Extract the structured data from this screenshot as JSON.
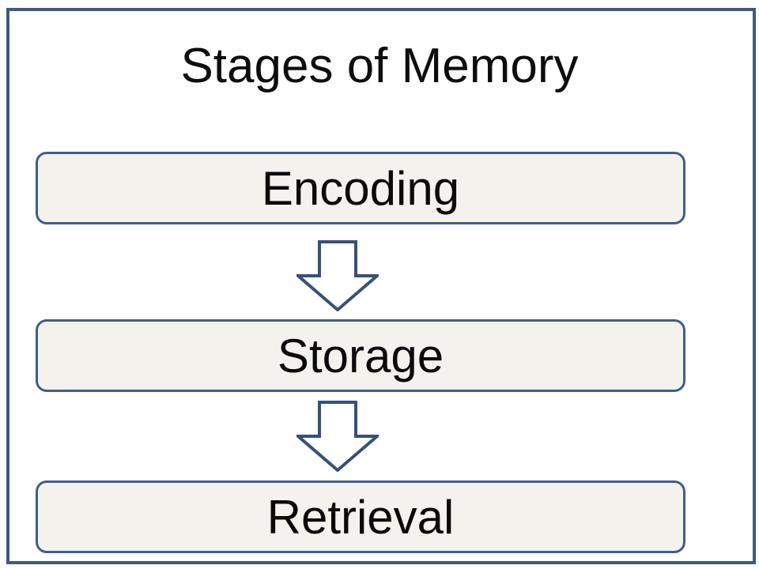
{
  "slide": {
    "title": "Stages of Memory",
    "stages": [
      {
        "label": "Encoding"
      },
      {
        "label": "Storage"
      },
      {
        "label": "Retrieval"
      }
    ],
    "connectors": [
      {
        "icon": "down-arrow-icon",
        "from": "Encoding",
        "to": "Storage"
      },
      {
        "icon": "down-arrow-icon",
        "from": "Storage",
        "to": "Retrieval"
      }
    ],
    "colors": {
      "background": "#ffffff",
      "frame_border": "#3e5a7d",
      "box_border": "#3f5e8c",
      "box_fill": "#f4f2ec",
      "arrow_blue": "#35517b",
      "title_color": "#0d0d0d",
      "label_color": "#0a0a0a"
    }
  }
}
